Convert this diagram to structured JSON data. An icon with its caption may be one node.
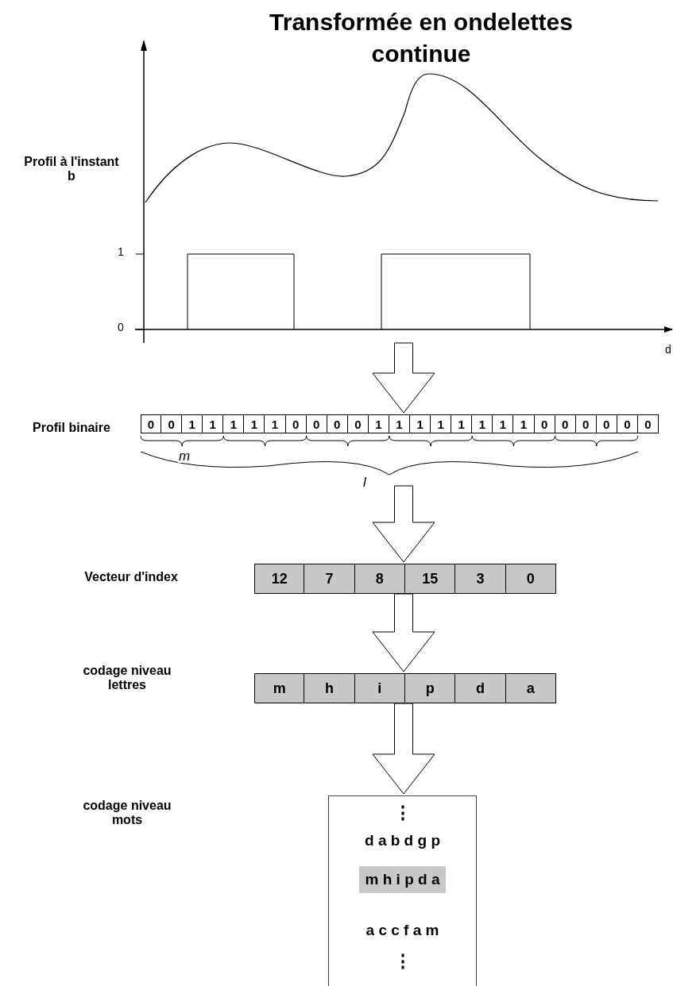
{
  "diagram": {
    "title": "Transformée en ondelettes continue",
    "nodes": [
      {
        "text": [],
        "shape": "picture"
      },
      {
        "text": [
          "0",
          "0",
          "1",
          "1",
          "1",
          "1",
          "1",
          "0",
          "0",
          "0",
          "0",
          "1",
          "1",
          "1",
          "1",
          "1",
          "1",
          "1",
          "1",
          "0",
          "0",
          "0",
          "0",
          "0",
          "0"
        ]
      },
      {
        "text": [
          "12",
          "7",
          "8",
          "15",
          "3",
          "0"
        ]
      },
      {
        "text": [
          "m",
          "h",
          "i",
          "p",
          "d",
          "a"
        ]
      },
      {
        "text": [
          "⋮",
          "d a b d g p",
          "m h i p d a",
          "a c c f a m",
          "⋮"
        ]
      }
    ],
    "edges": [
      {
        "from": 0,
        "to": 1,
        "arrow": "to"
      },
      {
        "from": 1,
        "to": 2,
        "arrow": "to"
      },
      {
        "from": 2,
        "to": 3,
        "arrow": "to"
      },
      {
        "from": 3,
        "to": 4,
        "arrow": "to"
      }
    ],
    "labels": [
      "Profil à l'instant b",
      "1",
      "0",
      "d",
      "Profil binaire",
      "m",
      "l",
      "Vecteur d'index",
      "codage niveau lettres",
      "codage niveau mots"
    ]
  }
}
